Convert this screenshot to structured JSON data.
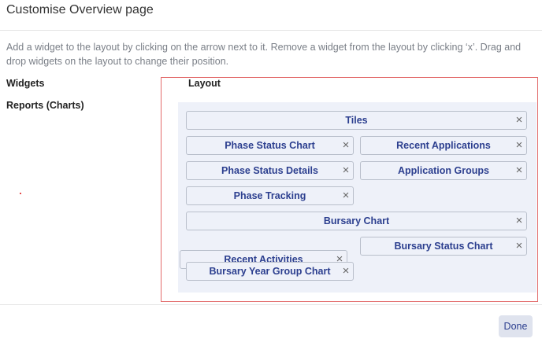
{
  "dialog": {
    "title": "Customise Overview page",
    "description": "Add a widget to the layout by clicking on the arrow next to it. Remove a widget from the layout by clicking ‘x’. Drag and drop widgets on the layout to change their position."
  },
  "widgets_panel": {
    "label": "Widgets",
    "sections": [
      "Reports (Charts)"
    ]
  },
  "layout_panel": {
    "label": "Layout",
    "widgets": [
      "Tiles",
      "Phase Status Chart",
      "Recent Applications",
      "Phase Status Details",
      "Application Groups",
      "Phase Tracking",
      "Bursary Chart",
      "Bursary Status Chart",
      "Recent Activities",
      "Bursary Year Group Chart"
    ]
  },
  "footer": {
    "done_label": "Done"
  },
  "colors": {
    "accent": "#2c3f8f",
    "drop_zone_border": "#e26a6a",
    "canvas_bg": "#eef1f9"
  },
  "icons": {
    "remove": "close-icon"
  }
}
